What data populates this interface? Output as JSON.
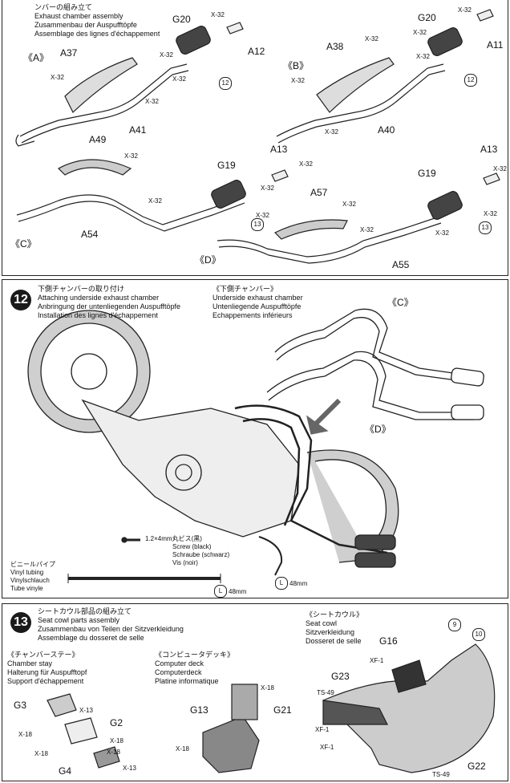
{
  "panel1": {
    "title_jp": "ンバーの組み立て",
    "title_en": "Exhaust chamber assembly",
    "title_de": "Zusammenbau der Auspufftöpfe",
    "title_fr": "Assemblage des lignes d'échappement",
    "labels": {
      "secA": "《A》",
      "secB": "《B》",
      "secC": "《C》",
      "secD": "《D》",
      "A37": "A37",
      "A41": "A41",
      "G20a": "G20",
      "A12": "A12",
      "A38": "A38",
      "A40": "A40",
      "G20b": "G20",
      "A11": "A11",
      "A49": "A49",
      "A54": "A54",
      "G19a": "G19",
      "A13a": "A13",
      "A57": "A57",
      "A55": "A55",
      "G19b": "G19",
      "A13b": "A13"
    },
    "screw": "X-32",
    "refs": {
      "r12": "12",
      "r13": "13"
    }
  },
  "panel2": {
    "step": "12",
    "jp": "下側チャンバーの取り付け",
    "en": "Attaching underside exhaust chamber",
    "de": "Anbringung der untenliegenden Auspufftöpfe",
    "fr": "Installation des lignes d'échappement",
    "sub_jp": "《下側チャンバー》",
    "sub_en": "Underside exhaust chamber",
    "sub_de": "Untenliegende Auspufftöpfe",
    "sub_fr": "Echappements inférieurs",
    "secC": "《C》",
    "secD": "《D》",
    "screw_jp": "1.2×4mm丸ビス(黒)",
    "screw_en": "Screw (black)",
    "screw_de": "Schraube (schwarz)",
    "screw_fr": "Vis (noir)",
    "tube_jp": "ビニールパイプ",
    "tube_en": "Vinyl tubing",
    "tube_de": "Vinylschlauch",
    "tube_fr": "Tube vinyle",
    "len48a": "48mm",
    "len48b": "48mm",
    "L": "L"
  },
  "panel3": {
    "step": "13",
    "jp": "シートカウル部品の組み立て",
    "en": "Seat cowl parts assembly",
    "de": "Zusammenbau von Teilen der Sitzverkleidung",
    "fr": "Assemblage du dosseret de selle",
    "stay_jp": "《チャンバーステー》",
    "stay_en": "Chamber stay",
    "stay_de": "Halterung für Auspufftopf",
    "stay_fr": "Support d'échappement",
    "deck_jp": "《コンピュータデッキ》",
    "deck_en": "Computer deck",
    "deck_de": "Computerdeck",
    "deck_fr": "Platine informatique",
    "cowl_jp": "《シートカウル》",
    "cowl_en": "Seat cowl",
    "cowl_de": "Sitzverkleidung",
    "cowl_fr": "Dosseret de selle",
    "G3": "G3",
    "G2": "G2",
    "G4": "G4",
    "G13": "G13",
    "G21": "G21",
    "G16": "G16",
    "G23": "G23",
    "G22": "G22",
    "X13": "X-13",
    "X18": "X-18",
    "XF1": "XF-1",
    "TS49": "TS-49",
    "r9": "9",
    "r10": "10"
  }
}
